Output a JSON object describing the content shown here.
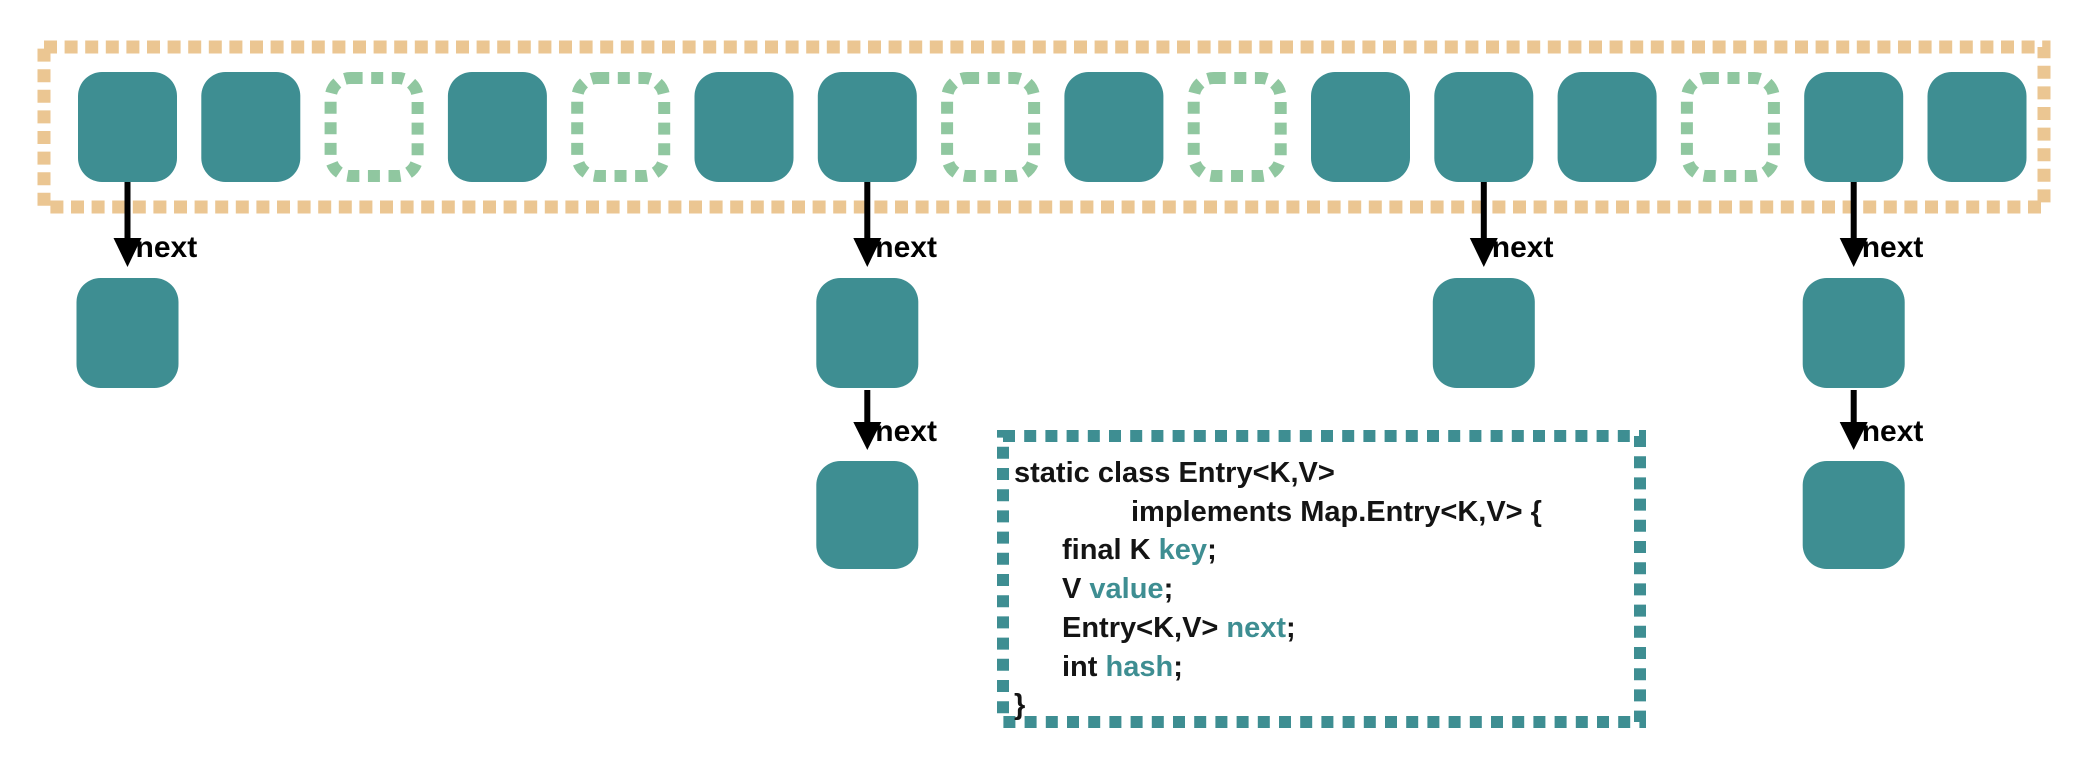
{
  "colors": {
    "background": "#ffffff",
    "bucket_filled": "#3e8e92",
    "bucket_empty_border": "#90c7a0",
    "array_border": "#ebc692",
    "arrow": "#000000",
    "label_text": "#000000",
    "code_text": "#141414",
    "code_field": "#3e8e92",
    "code_border": "#3e8e92"
  },
  "bucket_array": {
    "bucket_count": 16,
    "buckets": [
      "filled",
      "filled",
      "empty",
      "filled",
      "empty",
      "filled",
      "filled",
      "empty",
      "filled",
      "empty",
      "filled",
      "filled",
      "filled",
      "empty",
      "filled",
      "filled"
    ]
  },
  "arrow_label": "next",
  "chains": [
    {
      "bucket_index": 0,
      "node_count": 1
    },
    {
      "bucket_index": 6,
      "node_count": 2
    },
    {
      "bucket_index": 11,
      "node_count": 1
    },
    {
      "bucket_index": 14,
      "node_count": 2
    }
  ],
  "code_box": {
    "lines": [
      {
        "indent": 0,
        "segments": [
          {
            "text": "static class Entry<K,V>",
            "role": "text"
          }
        ]
      },
      {
        "indent": 2,
        "segments": [
          {
            "text": "implements Map.Entry<K,V> {",
            "role": "text"
          }
        ]
      },
      {
        "indent": 1,
        "segments": [
          {
            "text": "final K ",
            "role": "text"
          },
          {
            "text": "key",
            "role": "field"
          },
          {
            "text": ";",
            "role": "text"
          }
        ]
      },
      {
        "indent": 1,
        "segments": [
          {
            "text": "V ",
            "role": "text"
          },
          {
            "text": "value",
            "role": "field"
          },
          {
            "text": ";",
            "role": "text"
          }
        ]
      },
      {
        "indent": 1,
        "segments": [
          {
            "text": "Entry<K,V> ",
            "role": "text"
          },
          {
            "text": "next",
            "role": "field"
          },
          {
            "text": ";",
            "role": "text"
          }
        ]
      },
      {
        "indent": 1,
        "segments": [
          {
            "text": "int ",
            "role": "text"
          },
          {
            "text": "hash",
            "role": "field"
          },
          {
            "text": ";",
            "role": "text"
          }
        ]
      },
      {
        "indent": 0,
        "segments": [
          {
            "text": "}",
            "role": "text"
          }
        ]
      }
    ]
  }
}
